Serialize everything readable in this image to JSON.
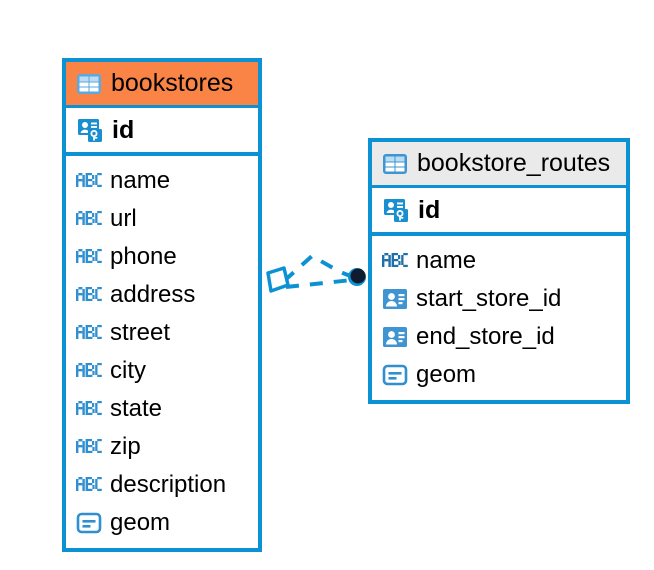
{
  "diagram": {
    "type": "entity-relationship-diagram",
    "background_color": "#ffffff",
    "accent_color": "#0c92d4",
    "highlight_color": "#fa8446",
    "neutral_header_color": "#eaeaea"
  },
  "entities": [
    {
      "name": "bookstores",
      "header_style": "accent-orange",
      "primary_key": {
        "label": "id",
        "icon": "primary-key-icon"
      },
      "fields": [
        {
          "label": "name",
          "icon": "abc-text-icon"
        },
        {
          "label": "url",
          "icon": "abc-text-icon"
        },
        {
          "label": "phone",
          "icon": "abc-text-icon"
        },
        {
          "label": "address",
          "icon": "abc-text-icon"
        },
        {
          "label": "street",
          "icon": "abc-text-icon"
        },
        {
          "label": "city",
          "icon": "abc-text-icon"
        },
        {
          "label": "state",
          "icon": "abc-text-icon"
        },
        {
          "label": "zip",
          "icon": "abc-text-icon"
        },
        {
          "label": "description",
          "icon": "abc-text-icon"
        },
        {
          "label": "geom",
          "icon": "geometry-icon"
        }
      ]
    },
    {
      "name": "bookstore_routes",
      "header_style": "accent-gray",
      "primary_key": {
        "label": "id",
        "icon": "primary-key-icon"
      },
      "fields": [
        {
          "label": "name",
          "icon": "abc-text-icon"
        },
        {
          "label": "start_store_id",
          "icon": "foreign-key-icon"
        },
        {
          "label": "end_store_id",
          "icon": "foreign-key-icon"
        },
        {
          "label": "geom",
          "icon": "geometry-icon"
        }
      ]
    }
  ],
  "relationship": {
    "source_entity": "bookstores",
    "target_entity": "bookstore_routes",
    "source_marker": "aggregation-diamond",
    "target_marker": "filled-circle",
    "line_style": "dashed",
    "line_color": "#0c92d4"
  }
}
